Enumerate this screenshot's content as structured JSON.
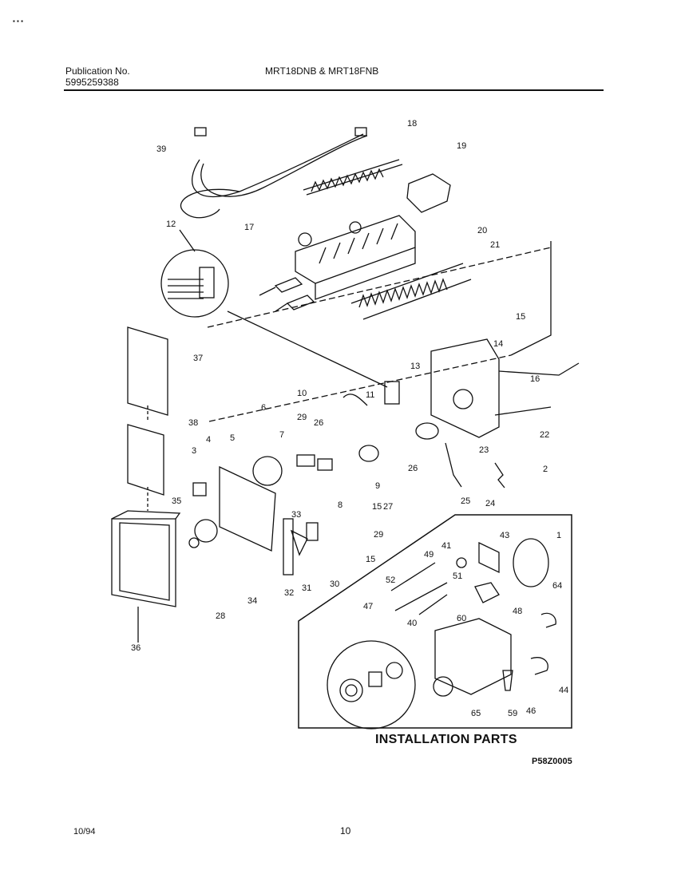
{
  "header": {
    "publication_label": "Publication No.",
    "publication_number": "5995259388",
    "models": "MRT18DNB & MRT18FNB"
  },
  "callouts": [
    "39",
    "18",
    "19",
    "12",
    "17",
    "20",
    "21",
    "15",
    "14",
    "37",
    "16",
    "13",
    "10",
    "11",
    "6",
    "29",
    "26",
    "7",
    "23",
    "22",
    "38",
    "4",
    "5",
    "9",
    "26",
    "2",
    "3",
    "27",
    "25",
    "24",
    "8",
    "15",
    "35",
    "33",
    "29",
    "15",
    "28",
    "32",
    "31",
    "30",
    "34",
    "36",
    "1",
    "41",
    "43",
    "49",
    "51",
    "52",
    "64",
    "47",
    "40",
    "48",
    "60",
    "65",
    "59",
    "46",
    "44"
  ],
  "installation_parts_title": "INSTALLATION PARTS",
  "diagram_code": "P58Z0005",
  "footer": {
    "date": "10/94",
    "page_number": "10"
  }
}
